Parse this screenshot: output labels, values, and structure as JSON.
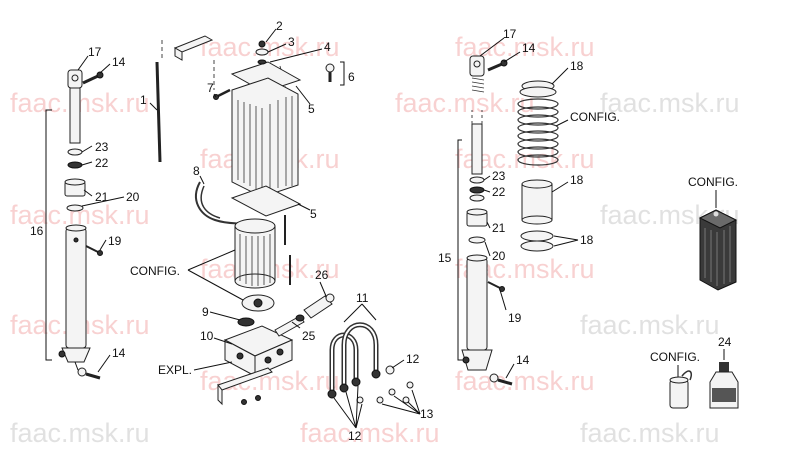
{
  "watermark": "faac.msk.ru",
  "callouts": {
    "c1": "1",
    "c2": "2",
    "c3": "3",
    "c4": "4",
    "c5a": "5",
    "c5b": "5",
    "c6": "6",
    "c7": "7",
    "c8": "8",
    "c9": "9",
    "c10": "10",
    "c11": "11",
    "c12a": "12",
    "c12b": "12",
    "c13": "13",
    "c14a": "14",
    "c14b": "14",
    "c14c": "14",
    "c14d": "14",
    "c15": "15",
    "c16": "16",
    "c17a": "17",
    "c17b": "17",
    "c18a": "18",
    "c18b": "18",
    "c18c": "18",
    "c19a": "19",
    "c19b": "19",
    "c20a": "20",
    "c20b": "20",
    "c21a": "21",
    "c21b": "21",
    "c22a": "22",
    "c22b": "22",
    "c23a": "23",
    "c23b": "23",
    "c24": "24",
    "c25": "25",
    "c26": "26",
    "config1": "CONFIG.",
    "config2": "CONFIG.",
    "config3": "CONFIG.",
    "config4": "CONFIG.",
    "expl": "EXPL."
  }
}
